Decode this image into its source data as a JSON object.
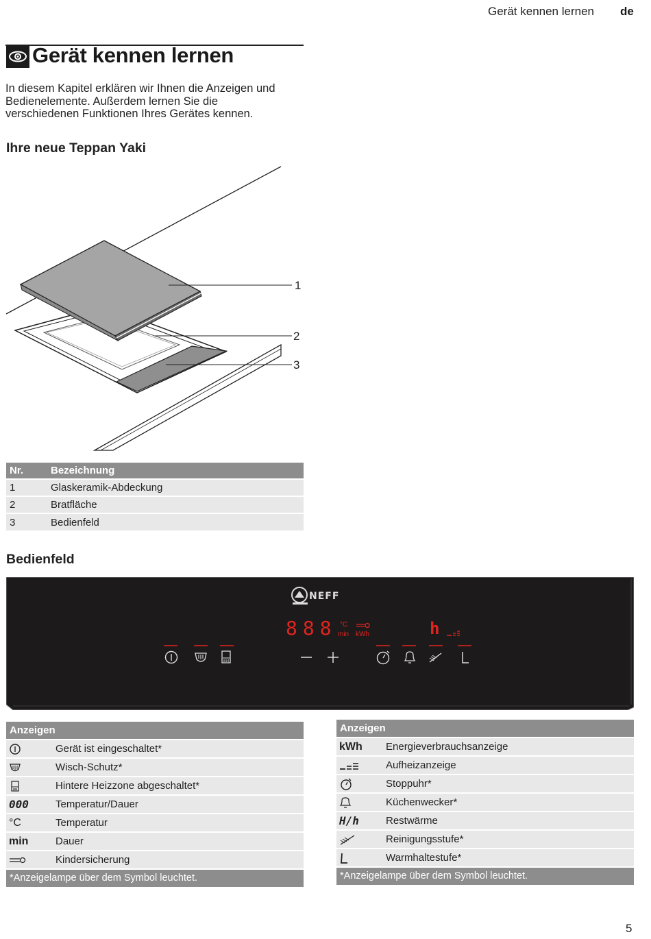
{
  "header": {
    "section": "Gerät kennen lernen",
    "lang": "de"
  },
  "chapter": {
    "title": "Gerät kennen lernen",
    "intro_lines": [
      "In diesem Kapitel erklären wir Ihnen die Anzeigen und",
      "Bedienelemente. Außerdem lernen Sie die",
      "verschiedenen Funktionen Ihres Gerätes kennen."
    ]
  },
  "section1": {
    "title": "Ihre neue Teppan Yaki"
  },
  "illustration": {
    "callouts": [
      "1",
      "2",
      "3"
    ]
  },
  "parts_table": {
    "headers": [
      "Nr.",
      "Bezeichnung"
    ],
    "rows": [
      [
        "1",
        "Glaskeramik-Abdeckung"
      ],
      [
        "2",
        "Bratfläche"
      ],
      [
        "3",
        "Bedienfeld"
      ]
    ]
  },
  "section2": {
    "title": "Bedienfeld"
  },
  "control_panel": {
    "brand": "NEFF",
    "display_digits": "888",
    "unit_celsius": "°C",
    "unit_min": "min",
    "unit_kwh": "kWh",
    "residual_heat": "h",
    "accent_color": "#e0251f",
    "panel_color": "#1c1a1b",
    "buttons": [
      "power-icon",
      "wipe-protect-icon",
      "rear-zone-icon",
      "minus-icon",
      "plus-icon",
      "stopwatch-icon",
      "bell-icon",
      "cleaning-icon",
      "keep-warm-icon"
    ]
  },
  "legend_left": {
    "header": "Anzeigen",
    "rows": [
      {
        "symbol": "",
        "icon": "power-icon",
        "text": "Gerät ist eingeschaltet*"
      },
      {
        "symbol": "",
        "icon": "wipe-protect-icon",
        "text": "Wisch-Schutz*"
      },
      {
        "symbol": "",
        "icon": "rear-zone-icon",
        "text": "Hintere Heizzone abgeschaltet*"
      },
      {
        "symbol": "000",
        "icon": "digits-icon",
        "text": "Temperatur/Dauer"
      },
      {
        "symbol": "°C",
        "icon": "",
        "text": "Temperatur"
      },
      {
        "symbol": "min",
        "icon": "",
        "text": "Dauer"
      },
      {
        "symbol": "",
        "icon": "child-lock-icon",
        "text": "Kindersicherung"
      }
    ],
    "footnote": "*Anzeigelampe über dem Symbol leuchtet."
  },
  "legend_right": {
    "header": "Anzeigen",
    "rows": [
      {
        "symbol": "kWh",
        "icon": "",
        "text": "Energieverbrauchsanzeige"
      },
      {
        "symbol": "",
        "icon": "heat-up-icon",
        "text": "Aufheizanzeige"
      },
      {
        "symbol": "",
        "icon": "stopwatch-icon",
        "text": "Stoppuhr*"
      },
      {
        "symbol": "",
        "icon": "bell-icon",
        "text": "Küchenwecker*"
      },
      {
        "symbol": "H/h",
        "icon": "",
        "text": "Restwärme"
      },
      {
        "symbol": "",
        "icon": "cleaning-icon",
        "text": "Reinigungsstufe*"
      },
      {
        "symbol": "",
        "icon": "keep-warm-icon",
        "text": "Warmhaltestufe*"
      }
    ],
    "footnote": "*Anzeigelampe über dem Symbol leuchtet."
  },
  "page_number": "5"
}
